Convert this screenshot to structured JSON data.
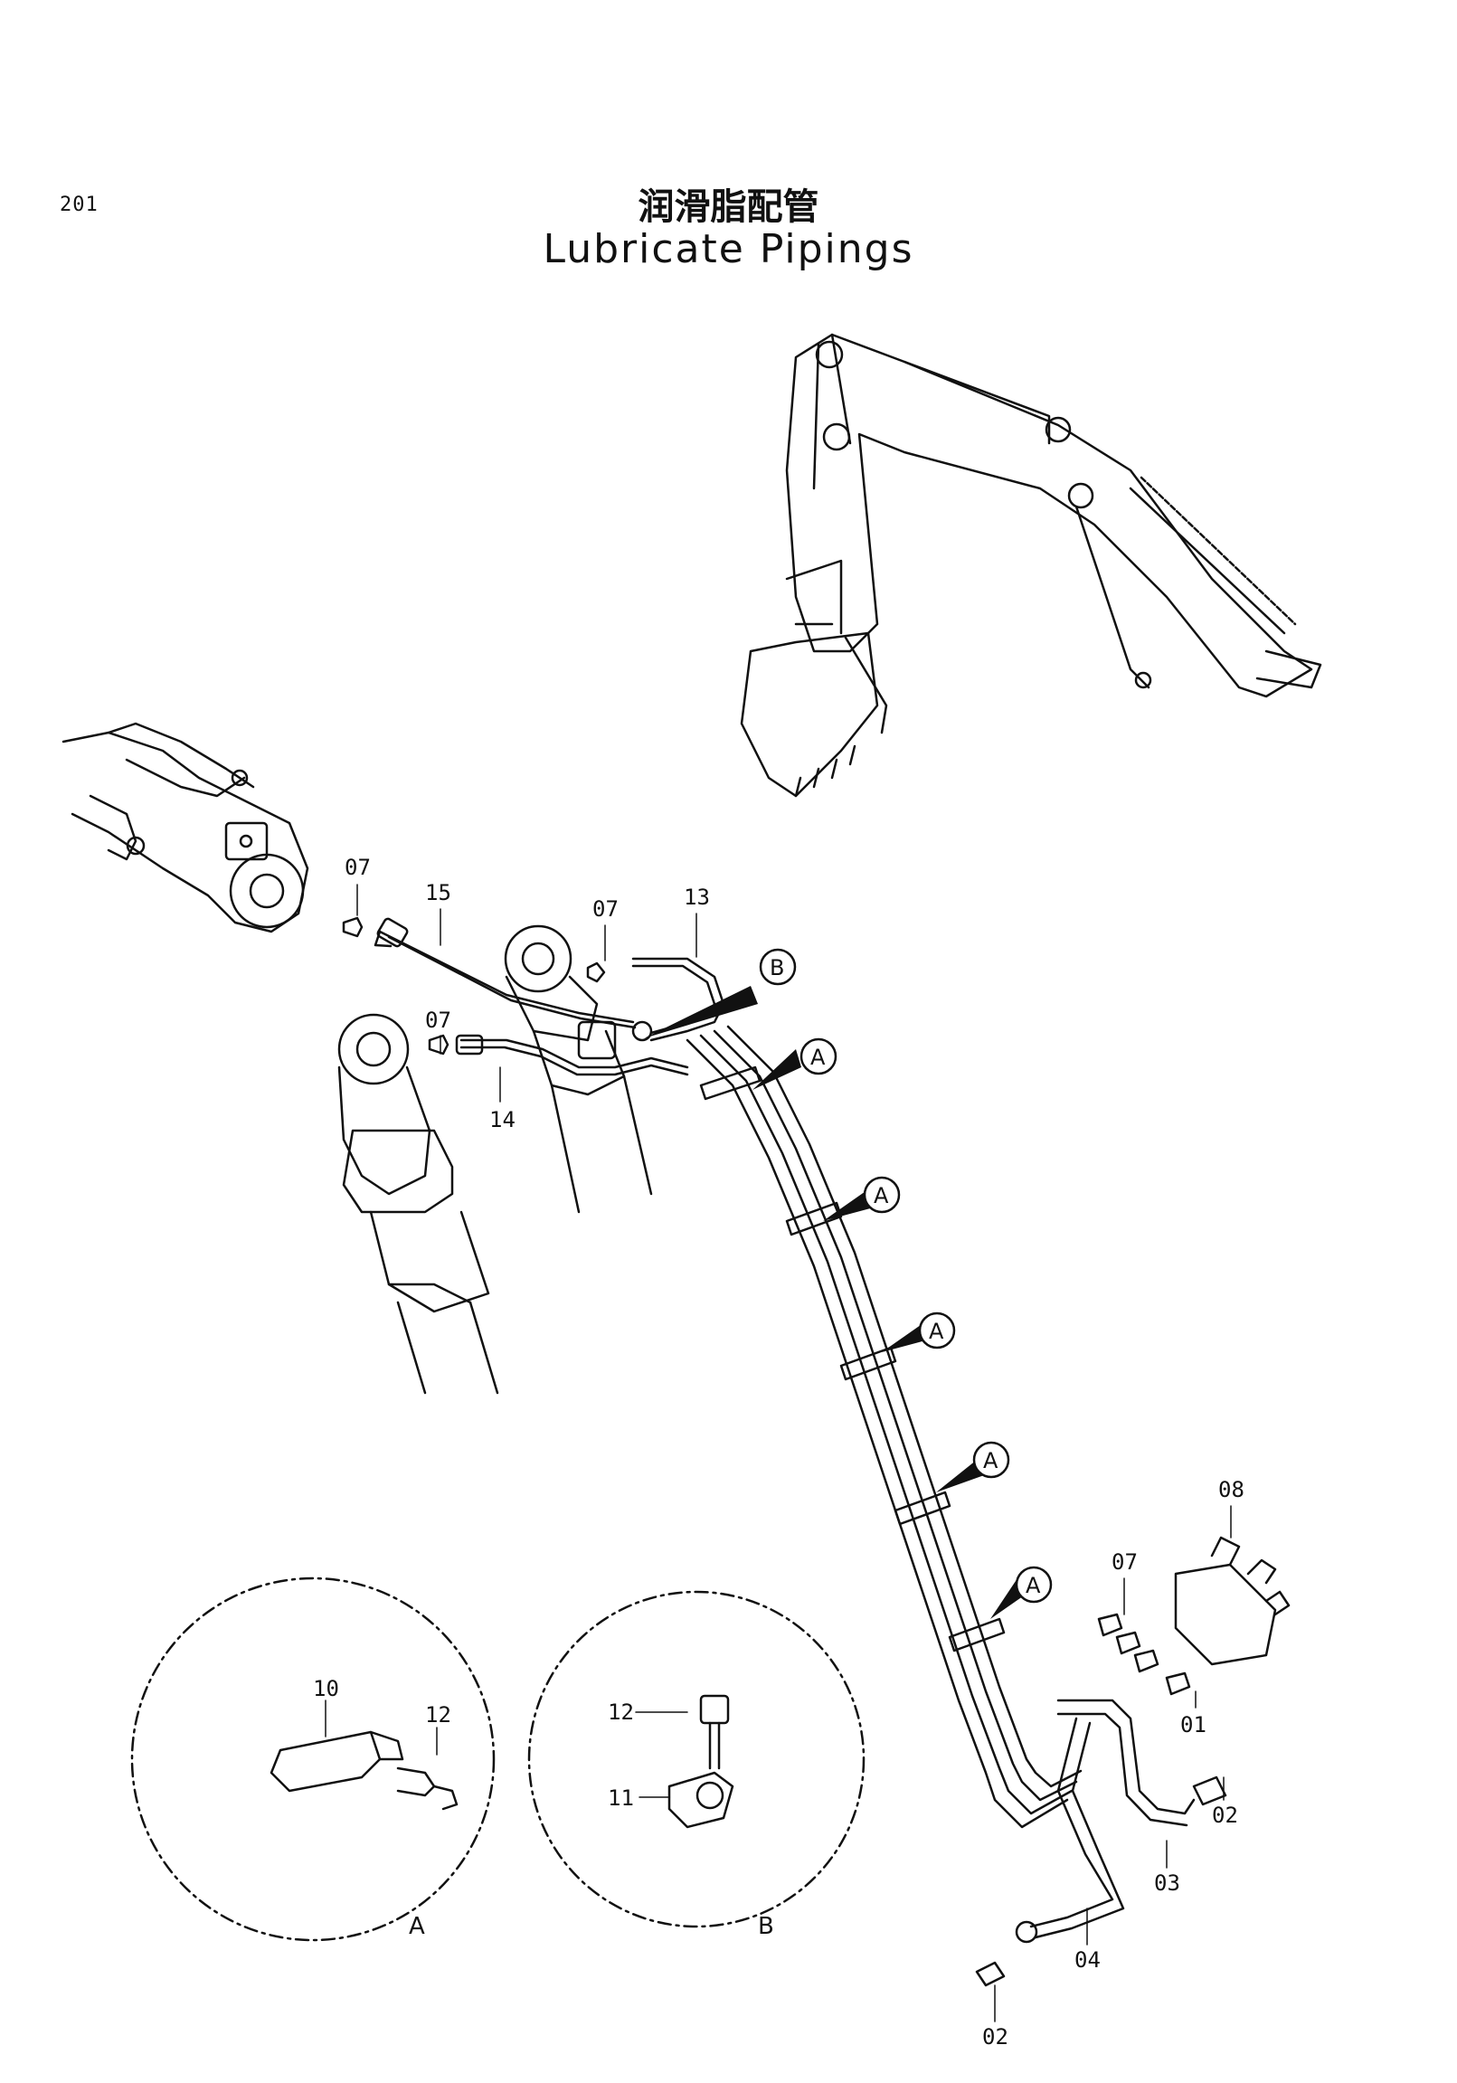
{
  "page": {
    "page_number": "201",
    "title_cn": "润滑脂配管",
    "title_en": "Lubricate Pipings"
  },
  "part_labels": [
    "07",
    "15",
    "07",
    "13",
    "07",
    "14",
    "08",
    "07",
    "01",
    "02",
    "03",
    "04",
    "02",
    "10",
    "12",
    "12",
    "11"
  ],
  "callouts": [
    "B",
    "A",
    "A",
    "A",
    "A",
    "A"
  ],
  "detail_views": [
    "A",
    "B"
  ]
}
